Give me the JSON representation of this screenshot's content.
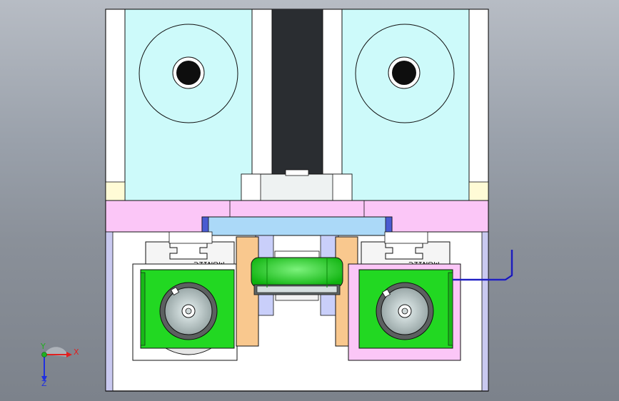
{
  "viewport": {
    "background_top": "#b7bcc4",
    "background_bottom": "#7c828b"
  },
  "model": {
    "rail_label_left": "MGN12C",
    "rail_label_right": "MGN12C",
    "colors": {
      "motor_face": "#cdfafa",
      "frame": "#ffffff",
      "plate_pink": "#fbc6f7",
      "bar_blue": "#abd9f8",
      "bar_end": "#4a5bd1",
      "block_green": "#22d822",
      "roller_green": "#1fcf1f",
      "arm_orange": "#f9c88e",
      "pulley_gray": "#b0b8b8",
      "outline": "#111111",
      "wire_blue": "#2a2ae0"
    }
  },
  "triad": {
    "x_label": "X",
    "y_label": "Y",
    "z_label": "Z",
    "x_color": "#e02020",
    "y_color": "#20b020",
    "z_color": "#2030e0"
  }
}
